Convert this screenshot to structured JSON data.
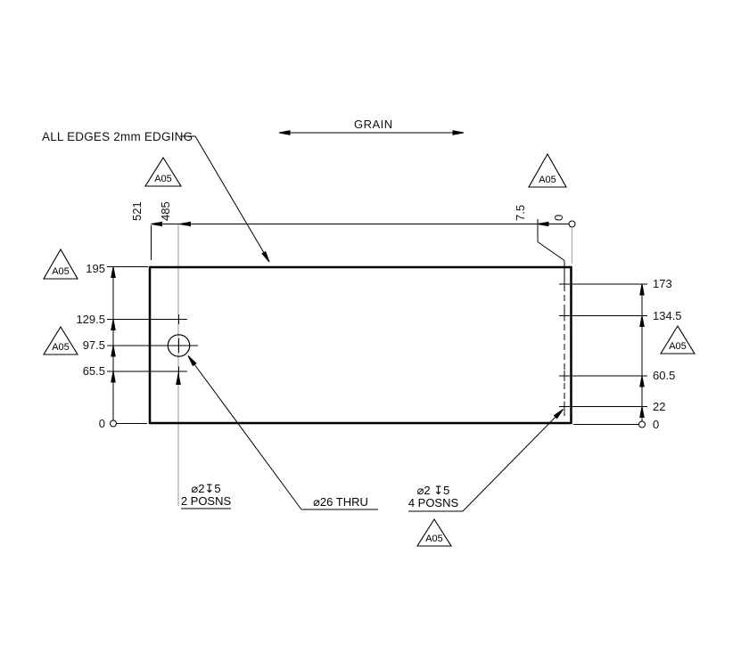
{
  "drawing": {
    "grain_label": "GRAIN",
    "edging_note": "ALL EDGES 2mm EDGING",
    "datum_label": "A05",
    "dimensions": {
      "top": [
        "521",
        "485",
        "7.5",
        "0"
      ],
      "left": [
        "195",
        "129.5",
        "97.5",
        "65.5",
        "0"
      ],
      "right": [
        "173",
        "134.5",
        "60.5",
        "22",
        "0"
      ]
    },
    "callouts": {
      "small_holes_left": {
        "spec": "⌀2↧5",
        "qty": "2 POSNS"
      },
      "through_hole": {
        "spec": "⌀26 THRU"
      },
      "small_holes_right": {
        "spec": "⌀2 ↧5",
        "qty": "4 POSNS"
      }
    },
    "colors": {
      "line": "#000000",
      "aux_line": "#a9a9a9",
      "background": "#ffffff"
    }
  }
}
